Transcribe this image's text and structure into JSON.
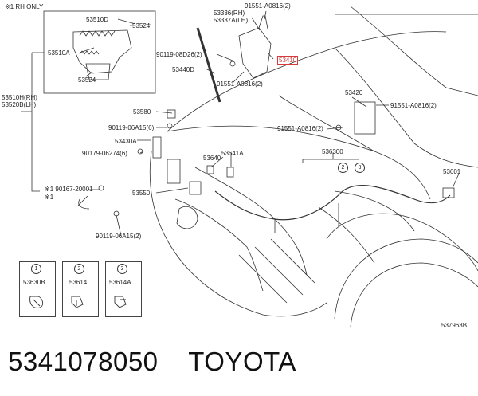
{
  "note_top": "※1 RH ONLY",
  "labels": {
    "p53510D": "53510D",
    "p53524a": "53524",
    "p53510A": "53510A",
    "p53524b": "53524",
    "p53510": "53510H(RH)",
    "p53520": "53520B(LH)",
    "p53336": "53336(RH)",
    "p53337": "53337A(LH)",
    "p91551a": "91551-A0816(2)",
    "p90119a": "90119-08D26(2)",
    "p53410": "53410",
    "p53440": "53440D",
    "p91551b": "91551-A0816(2)",
    "p53580": "53580",
    "p90119b": "90119-06A15(6)",
    "p53430": "53430A",
    "p90179": "90179-06274(6)",
    "p53640": "53640",
    "p53641": "53641A",
    "p53420": "53420",
    "p91551c": "91551-A0816(2)",
    "p91551d": "91551-A0816(2)",
    "p53630": "536300",
    "p53601": "53601",
    "p90167": "※1 90167-20001",
    "p_star": "※1",
    "p53550": "53550",
    "p90119c": "90119-06A15(2)",
    "leg1": "53630B",
    "leg2": "53614",
    "leg3": "53614A",
    "ref": "537963B"
  },
  "legend_nums": [
    "1",
    "2",
    "3"
  ],
  "callouts": [
    "2",
    "3"
  ],
  "footer": {
    "part_number": "5341078050",
    "brand": "TOYOTA"
  },
  "colors": {
    "highlight": "#d63a3a",
    "line": "#333333"
  }
}
